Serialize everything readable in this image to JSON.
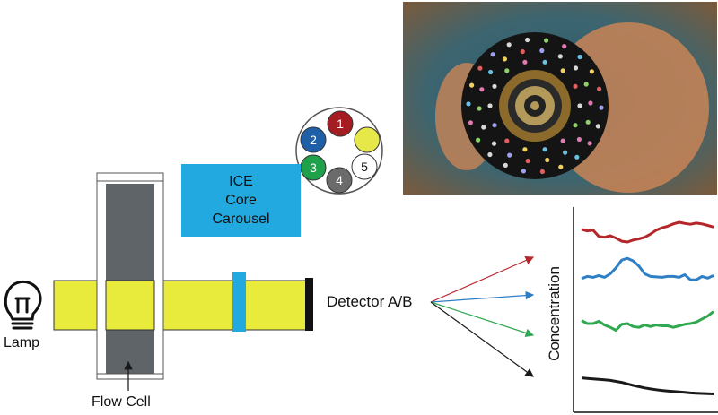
{
  "labels": {
    "lamp": "Lamp",
    "flow_cell": "Flow Cell",
    "detector": "Detector A/B",
    "carousel_line1": "ICE",
    "carousel_line2": "Core",
    "carousel_line3": "Carousel",
    "y_axis": "Concentration"
  },
  "carousel_slots": [
    {
      "number": "1",
      "color": "#a51d23"
    },
    {
      "number": "2",
      "color": "#1f5fa8"
    },
    {
      "number": "",
      "color": "#e6e84a"
    },
    {
      "number": "3",
      "color": "#1fa04a"
    },
    {
      "number": "5",
      "color": "#ffffff"
    },
    {
      "number": "4",
      "color": "#6b6b6b"
    }
  ],
  "colors": {
    "beam": "#e8ea3c",
    "flow_cell": "#5f6468",
    "carousel_box": "#22a9e0",
    "filter": "#22a9e0",
    "red": "#b5262b",
    "blue": "#2f7fc4",
    "green": "#2fa84f",
    "black": "#1a1a1a"
  },
  "chart_data": {
    "type": "line",
    "ylabel": "Concentration",
    "xlabel": "",
    "series": [
      {
        "color": "#b5262b",
        "values": [
          0.82,
          0.78,
          0.8,
          0.64,
          0.62,
          0.66,
          0.6,
          0.52,
          0.5,
          0.55,
          0.58,
          0.62,
          0.7,
          0.8,
          0.86,
          0.9,
          0.96,
          1.0,
          0.97,
          0.95,
          0.98,
          0.96,
          0.92,
          0.88
        ]
      },
      {
        "color": "#2f7fc4",
        "values": [
          0.15,
          0.2,
          0.18,
          0.22,
          0.18,
          0.26,
          0.4,
          0.58,
          0.62,
          0.56,
          0.44,
          0.26,
          0.2,
          0.19,
          0.18,
          0.2,
          0.2,
          0.18,
          0.24,
          0.12,
          0.12,
          0.2,
          0.16,
          0.22
        ]
      },
      {
        "color": "#2fa84f",
        "values": [
          0.7,
          0.62,
          0.62,
          0.68,
          0.58,
          0.52,
          0.44,
          0.6,
          0.62,
          0.54,
          0.52,
          0.58,
          0.54,
          0.58,
          0.56,
          0.56,
          0.52,
          0.56,
          0.6,
          0.62,
          0.66,
          0.74,
          0.82,
          0.94
        ]
      },
      {
        "color": "#1a1a1a",
        "values": [
          0.8,
          0.78,
          0.76,
          0.74,
          0.72,
          0.7,
          0.66,
          0.62,
          0.56,
          0.5,
          0.45,
          0.4,
          0.36,
          0.33,
          0.3,
          0.28,
          0.26,
          0.24,
          0.22,
          0.2,
          0.19,
          0.18,
          0.17,
          0.16
        ]
      }
    ]
  }
}
